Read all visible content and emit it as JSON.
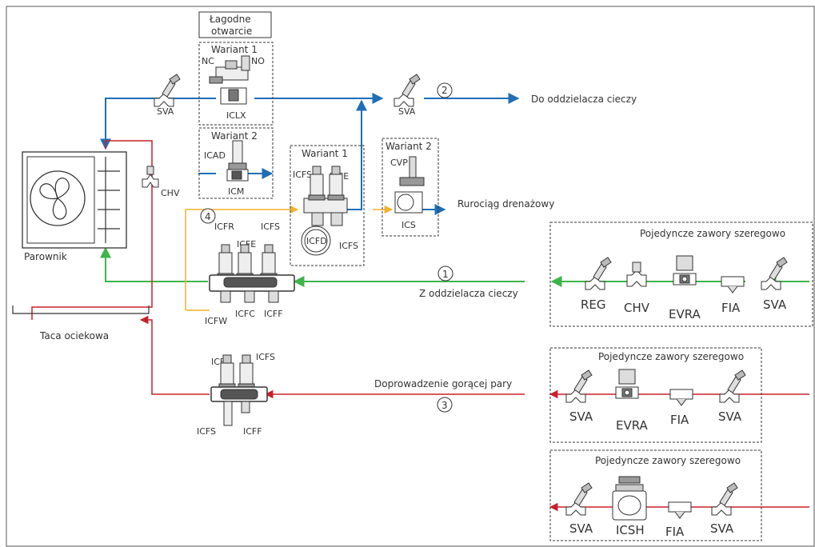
{
  "labels": {
    "soft_open_line1": "Łagodne",
    "soft_open_line2": "otwarcie",
    "variant1_top": "Wariant 1",
    "variant2_left": "Wariant 2",
    "variant1_mid": "Wariant 1",
    "variant2_mid": "Wariant 2",
    "nc": "NC",
    "no": "NO",
    "iclx": "ICLX",
    "icad": "ICAD",
    "icm": "ICM",
    "sva_left": "SVA",
    "sva_top": "SVA",
    "chv_left": "CHV",
    "evaporator": "Parownik",
    "drip_tray": "Taca ociekowa",
    "to_separator": "Do oddzielacza cieczy",
    "from_separator": "Z oddzielacza cieczy",
    "drain_pipe": "Rurociąg drenażowy",
    "hot_gas": "Doprowadzenie gorącej pary",
    "icfs_v1": "ICFS",
    "icfe_v1": "ICFE",
    "icfd": "ICFD",
    "icfs_v1b": "ICFS",
    "cvp": "CVP",
    "ics": "ICS",
    "icfr": "ICFR",
    "icfe_main": "ICFE",
    "icfs_main": "ICFS",
    "icfw": "ICFW",
    "icfc": "ICFC",
    "icff_main": "ICFF",
    "icfe_hg": "ICFE",
    "icfs_hg_top": "ICFS",
    "icfs_hg_bot": "ICFS",
    "icff_hg": "ICFF",
    "num1": "1",
    "num2": "2",
    "num3": "3",
    "num4": "4"
  },
  "boxes": [
    {
      "title": "Pojedyncze zawory szeregowo",
      "valves": [
        "REG",
        "CHV",
        "EVRA",
        "FIA",
        "SVA"
      ]
    },
    {
      "title": "Pojedyncze zawory szeregowo",
      "valves": [
        "SVA",
        "EVRA",
        "FIA",
        "SVA"
      ]
    },
    {
      "title": "Pojedyncze zawory szeregowo",
      "valves": [
        "SVA",
        "ICSH",
        "FIA",
        "SVA"
      ]
    }
  ],
  "colors": {
    "blue": "#1f6fb5",
    "green": "#3db549",
    "red": "#c8202a",
    "yellow": "#f3b22b",
    "dark": "#333333"
  }
}
